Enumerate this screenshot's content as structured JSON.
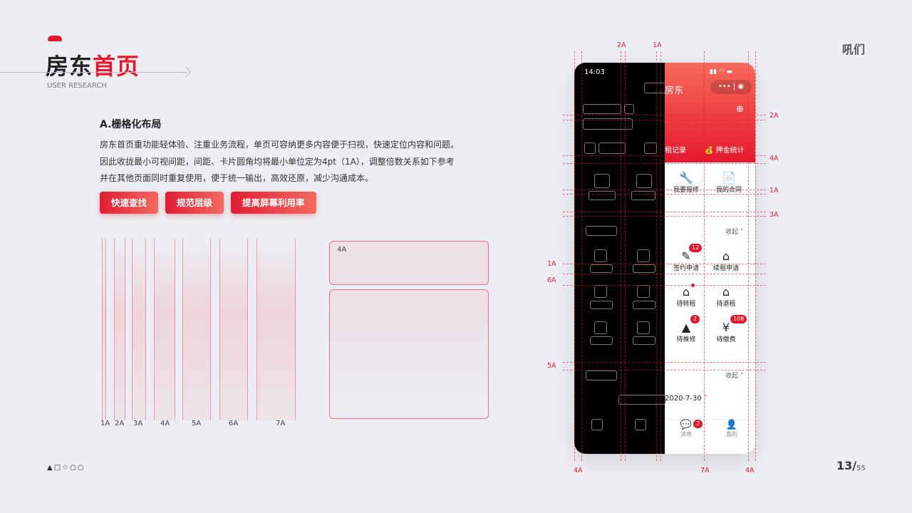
{
  "header": {
    "title_black": "房东",
    "title_red": "首页",
    "subtitle": "USER RESEARCH",
    "logo": "吼们"
  },
  "section": {
    "heading": "A.栅格化布局",
    "paragraph": [
      "房东首页重功能轻体验、注重业务流程，单页可容纳更多内容便于扫视，快速定位内容和问题。",
      "因此收拢最小可视间距，间距、卡片圆角均将最小单位定为4pt（1A），调整倍数关系如下参考",
      "并在其他页面同时重复使用，便于统一输出，高效还原，减少沟通成本。"
    ],
    "tags": [
      "快速查找",
      "规范层级",
      "提高屏幕利用率"
    ]
  },
  "grid_labels": [
    "1A",
    "2A",
    "3A",
    "4A",
    "5A",
    "6A",
    "7A"
  ],
  "card_label": "4A",
  "phone": {
    "time": "14:03",
    "nav_title": "房东",
    "tabs": [
      "租记录",
      "押金统计"
    ],
    "quick": [
      {
        "label": "我要报修",
        "icon": "wrench-icon"
      },
      {
        "label": "我的合同",
        "icon": "contract-icon"
      }
    ],
    "collapse": "收起",
    "tasks": [
      {
        "label": "签约申请",
        "badge": "12"
      },
      {
        "label": "续租申请",
        "badge": ""
      },
      {
        "label": "待转租",
        "badge": "dot"
      },
      {
        "label": "待退租",
        "badge": ""
      },
      {
        "label": "待推修",
        "badge": "2"
      },
      {
        "label": "待缴费",
        "badge": "108"
      }
    ],
    "date": "2020-7-30",
    "tabbar": [
      {
        "label": "消息",
        "badge": "2"
      },
      {
        "label": "我的",
        "badge": ""
      }
    ]
  },
  "annotations": {
    "top": [
      "2A",
      "1A"
    ],
    "right": [
      "2A",
      "4A",
      "1A",
      "3A"
    ],
    "left": [
      "1A",
      "6A",
      "5A"
    ],
    "bottom": [
      "4A",
      "7A",
      "4A"
    ]
  },
  "pagination": {
    "current": "13/",
    "total": "55"
  },
  "accent": "#e4182c"
}
